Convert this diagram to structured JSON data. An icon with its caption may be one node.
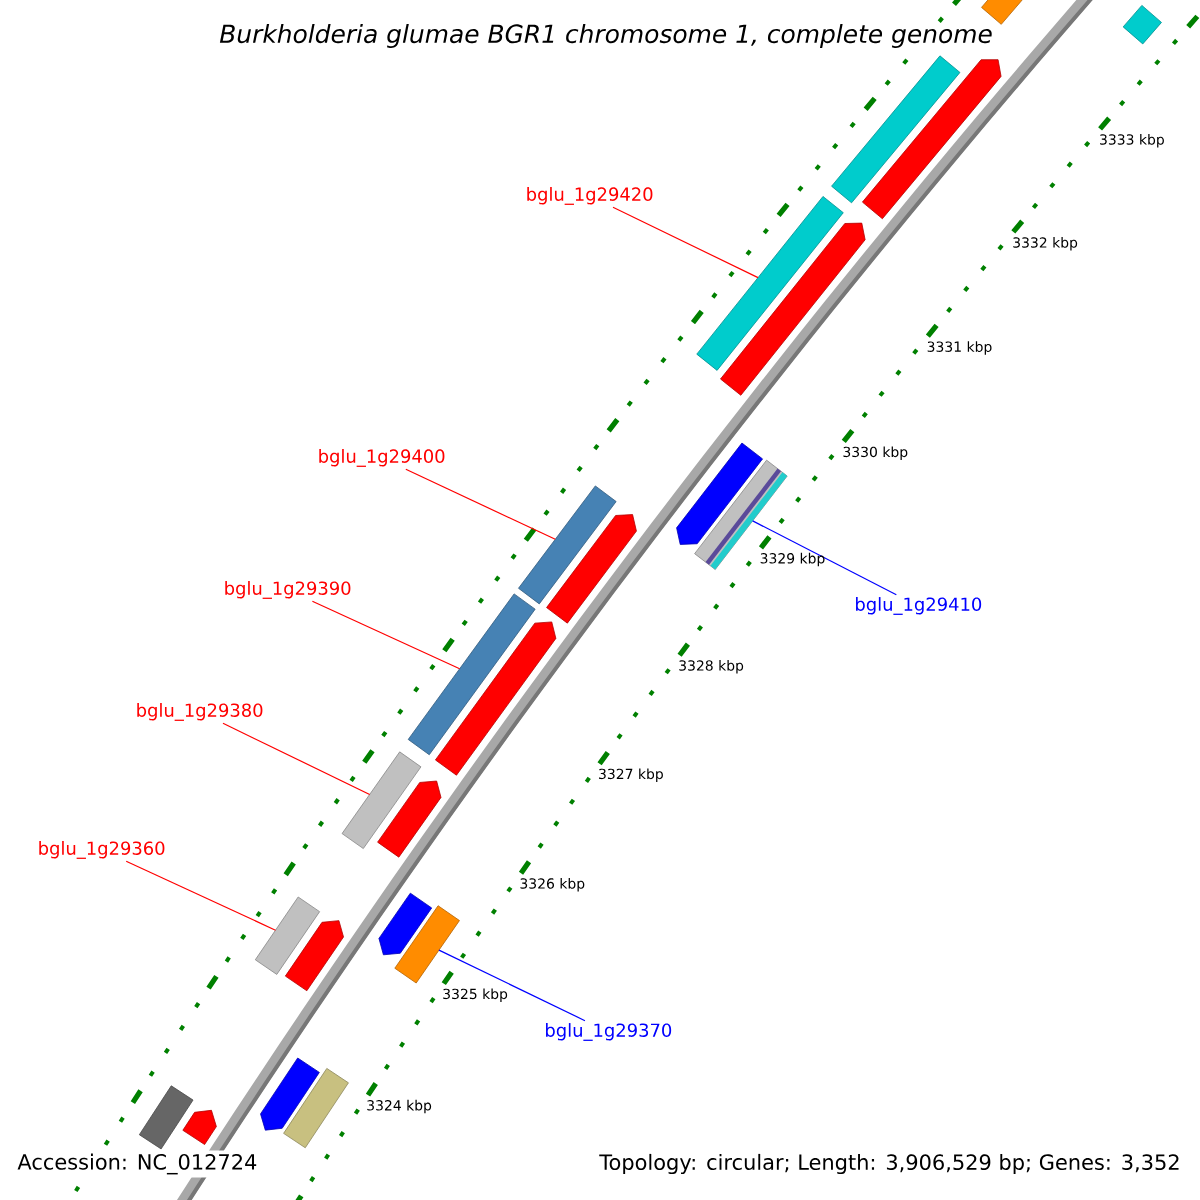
{
  "diagram": {
    "title": "Burkholderia glumae BGR1 chromosome 1, complete genome",
    "nodes": [
      {
        "text": [
          "bglu_1g29420"
        ]
      },
      {
        "text": [
          "bglu_1g29400"
        ]
      },
      {
        "text": [
          "bglu_1g29410"
        ]
      },
      {
        "text": [
          "bglu_1g29390"
        ]
      },
      {
        "text": [
          "bglu_1g29380"
        ]
      },
      {
        "text": [
          "bglu_1g29360"
        ]
      },
      {
        "text": [
          "bglu_1g29370"
        ]
      },
      {
        "text": [],
        "shape": "bar"
      },
      {
        "text": [],
        "shape": "bar"
      },
      {
        "text": [],
        "shape": "pentagon"
      },
      {
        "text": [],
        "shape": "bar"
      },
      {
        "text": [],
        "shape": "bar"
      },
      {
        "text": [],
        "shape": "pentagon"
      },
      {
        "text": [],
        "shape": "pentagon"
      },
      {
        "text": [],
        "shape": "bar"
      },
      {
        "text": [],
        "shape": "bar"
      },
      {
        "text": [],
        "shape": "pentagon"
      },
      {
        "text": [],
        "shape": "bar"
      },
      {
        "text": [],
        "shape": "pentagon"
      },
      {
        "text": [],
        "shape": "bar"
      },
      {
        "text": [],
        "shape": "pentagon"
      },
      {
        "text": [],
        "shape": "pentagon"
      },
      {
        "text": [],
        "shape": "bar"
      },
      {
        "text": [],
        "shape": "bar"
      },
      {
        "text": [],
        "shape": "pentagon"
      },
      {
        "text": [],
        "shape": "bar"
      },
      {
        "text": [],
        "shape": "pentagon"
      },
      {
        "text": [],
        "shape": "bar"
      },
      {
        "text": [],
        "shape": "pentagon"
      }
    ],
    "edges": [
      {
        "from": 0,
        "to": 11,
        "arrow": "none"
      },
      {
        "from": 1,
        "to": 15,
        "arrow": "none"
      },
      {
        "from": 2,
        "to": 14,
        "arrow": "none",
        "color": "#0000ff"
      },
      {
        "from": 3,
        "to": 17,
        "arrow": "none"
      },
      {
        "from": 4,
        "to": 19,
        "arrow": "none"
      },
      {
        "from": 5,
        "to": 23,
        "arrow": "none"
      },
      {
        "from": 6,
        "to": 22,
        "arrow": "none",
        "color": "#0000ff"
      }
    ],
    "labels": [
      "3333 kbp",
      "3332 kbp",
      "3331 kbp",
      "3330 kbp",
      "3329 kbp",
      "3328 kbp",
      "3327 kbp",
      "3326 kbp",
      "3325 kbp",
      "3324 kbp",
      "Accession: NC_012724",
      "Topology: circular; Length: 3,906,529 bp; Genes: 3,352"
    ]
  }
}
